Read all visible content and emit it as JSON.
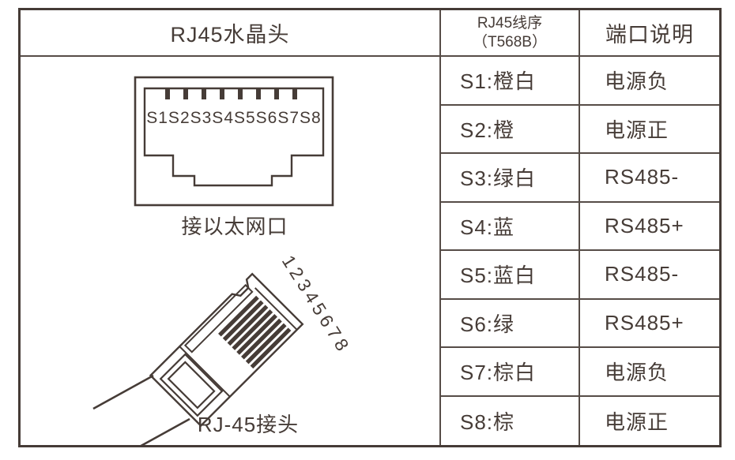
{
  "colors": {
    "ink": "#463c37",
    "grid_line": "#564c47",
    "background": "#ffffff"
  },
  "table": {
    "header": {
      "col1": "RJ45水晶头",
      "col2_line1": "RJ45线序",
      "col2_line2": "（T568B）",
      "col3": "端口说明"
    },
    "rows": [
      {
        "pin": "S1:橙白",
        "desc": "电源负"
      },
      {
        "pin": "S2:橙",
        "desc": "电源正"
      },
      {
        "pin": "S3:绿白",
        "desc": "RS485-"
      },
      {
        "pin": "S4:蓝",
        "desc": "RS485+"
      },
      {
        "pin": "S5:蓝白",
        "desc": "RS485-"
      },
      {
        "pin": "S6:绿",
        "desc": "RS485+"
      },
      {
        "pin": "S7:棕白",
        "desc": "电源负"
      },
      {
        "pin": "S8:棕",
        "desc": "电源正"
      }
    ]
  },
  "diagram": {
    "jack_pins_label": "S1S2S3S4S5S6S7S8",
    "jack_caption": "接以太网口",
    "plug_numbers": "12345678",
    "plug_caption": "RJ-45接头"
  }
}
